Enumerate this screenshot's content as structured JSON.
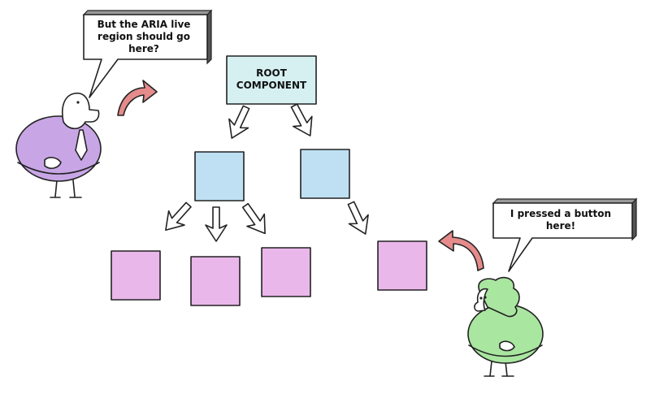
{
  "root": {
    "lines": [
      "ROOT",
      "COMPONENT"
    ]
  },
  "bubbles": {
    "left": {
      "lines": [
        "But the ARIA live",
        "region should go",
        "here?"
      ]
    },
    "right": {
      "lines": [
        "I pressed a button",
        "here!"
      ]
    }
  },
  "colors": {
    "root_fill": "#d6f0f2",
    "child_fill": "#bfe0f2",
    "leaf_fill": "#eab7ea",
    "left_person": "#c8a6e6",
    "right_person": "#a9e6a0",
    "pointer_arrow": "#e58b8b"
  }
}
